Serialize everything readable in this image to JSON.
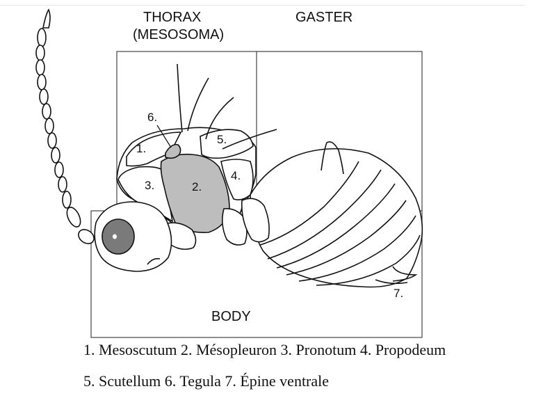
{
  "labels": {
    "thorax_line1": "THORAX",
    "thorax_line2": "(MESOSOMA)",
    "gaster": "GASTER",
    "body": "BODY"
  },
  "part_numbers": {
    "mesoscutum": "1.",
    "mesopleuron": "2.",
    "pronotum": "3.",
    "propodeum": "4.",
    "scutellum": "5.",
    "tegula": "6.",
    "ventral_spine": "7."
  },
  "legend": {
    "line1": "1. Mesoscutum 2. Mésopleuron 3. Pronotum 4. Propodeum",
    "line2": "5. Scutellum 6. Tegula 7. Épine ventrale"
  },
  "colors": {
    "mesopleuron_fill": "#bdbdbd",
    "eye_fill": "#7a7a7a",
    "outline": "#111111",
    "box_line": "#444444"
  }
}
